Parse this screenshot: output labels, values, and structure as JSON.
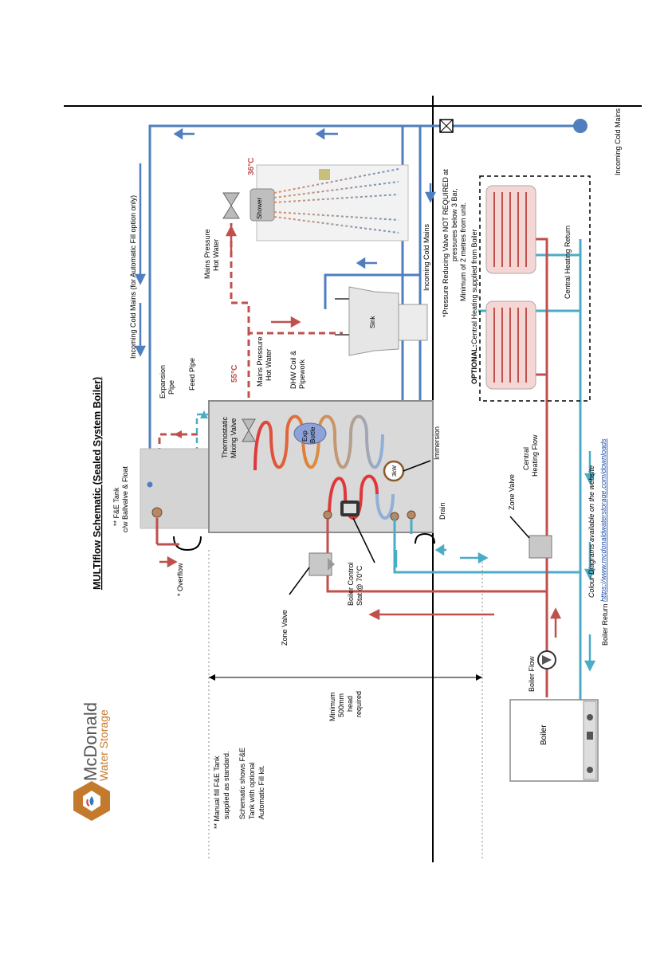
{
  "title": "MULTIflow Schematic (Sealed System Boiler)",
  "brand": {
    "name": "McDonald",
    "subtitle": "Water Storage"
  },
  "notes": {
    "manual_fill": [
      "** Manual fill F&E Tank",
      "supplied as standard."
    ],
    "schematic": [
      "Schematic shows F&E",
      "Tank with optional",
      "Automatic Fill kit."
    ]
  },
  "labels": {
    "fe_tank": [
      "** F&E Tank",
      "c/w Ballvalve & Float"
    ],
    "overflow": "* Overflow",
    "expansion_pipe": [
      "Expansion",
      "Pipe"
    ],
    "feed_pipe": "Feed Pipe",
    "thermostatic_valve": [
      "Thermostatic",
      "Mixing Valve"
    ],
    "temp_55": "55°C",
    "temp_36": "36°C",
    "mains_hw_1": [
      "Mains Pressure",
      "Hot Water"
    ],
    "mains_hw_2": [
      "Mains Pressure",
      "Hot Water"
    ],
    "dhw_coil": [
      "DHW Coil &",
      "Pipework"
    ],
    "exp_bottle": [
      "Exp",
      "Bottle"
    ],
    "immersion_kw": "3kW",
    "immersion": "Immersion",
    "drain": "Drain",
    "boiler_stat": [
      "Boiler Control",
      "Stat @ 70°C"
    ],
    "zone_valve_1": "Zone Valve",
    "zone_valve_2": "Zone Valve",
    "shower": "Shower",
    "sink": "Sink",
    "incoming_cold_1": "Incoming Cold Mains (for Automatic Fill option only)",
    "incoming_cold_2": "Incoming Cold Mains",
    "incoming_cold_3": "Incoming Cold Mains",
    "prv_note": [
      "*Pressure Reducing Valve NOT REQUIRED at",
      "pressures below 3 Bar,",
      "Minimum of 2 metres from unit."
    ],
    "optional_prefix": "OPTIONAL:",
    "optional_text": "Central Heating supplied from Boiler",
    "central_heating_return": "Central Heating Return",
    "central_heating_flow": [
      "Central",
      "Heating Flow"
    ],
    "boiler": "Boiler",
    "boiler_flow": "Boiler Flow",
    "boiler_return": "Boiler Return",
    "min_head": [
      "Minimum",
      "500mm",
      "head",
      "required"
    ],
    "colour_diagrams": "Colour Diagrams available on the website",
    "website": "https://www.mcdonaldwaterstorage.com/downloads"
  },
  "colors": {
    "cold": "#4f7fbf",
    "hot": "#c0504d",
    "ch": "#4bacc6",
    "tank": "#d4d4d4",
    "brand": "#c47a2c"
  }
}
